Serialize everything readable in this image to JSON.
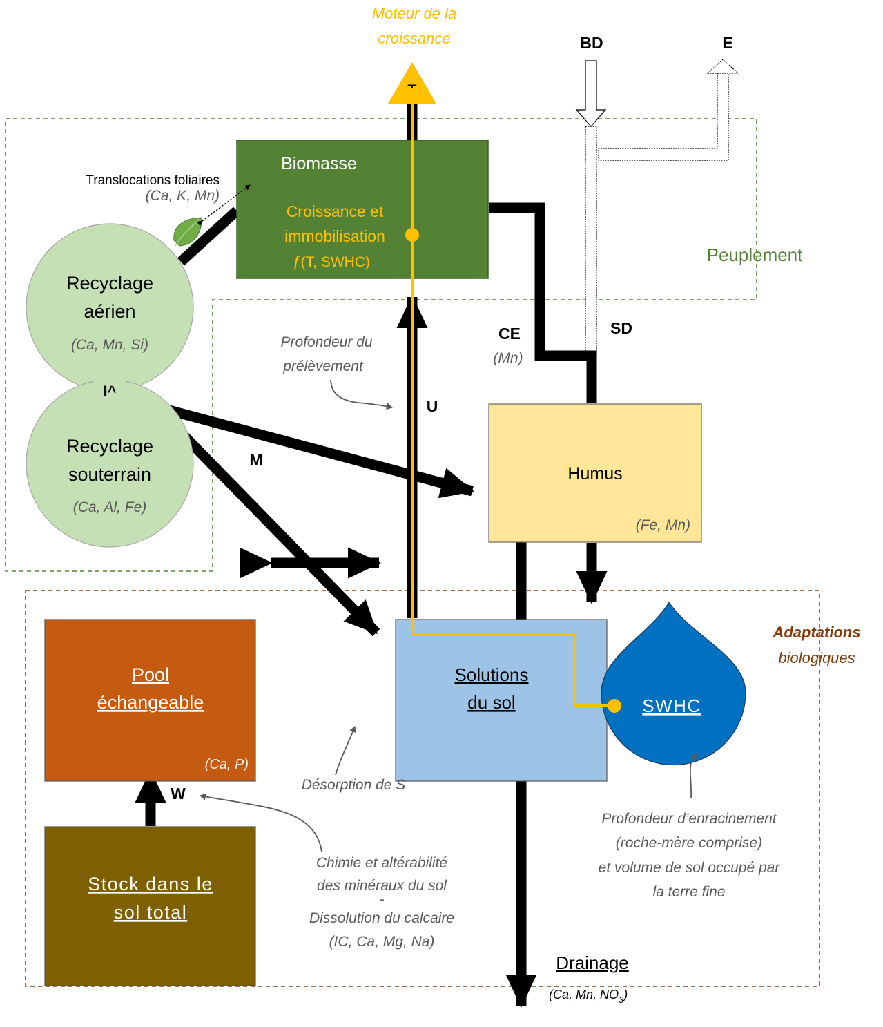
{
  "colors": {
    "biomass": "#4a7c2f",
    "humus": "#ffe699",
    "solutions": "#9dc3e6",
    "pool": "#c55a11",
    "stock": "#7f6000",
    "swhc": "#0070c0",
    "recycling": "#c5e0b4",
    "growth": "#ffc000",
    "stand_border": "#548235",
    "soil_border": "#843c0c",
    "note": "#595959"
  },
  "top": {
    "growth_driver": [
      "Moteur de la",
      "croissance"
    ],
    "t_label": "T",
    "bd": "BD",
    "e": "E"
  },
  "biomass": {
    "title": "Biomasse",
    "sub": [
      "Croissance et",
      "immobilisation",
      "ƒ(T, SWHC)"
    ]
  },
  "foliar": {
    "label": "Translocations foliaires",
    "elements": "(Ca, K, Mn)"
  },
  "stand": {
    "label": "Peuplement"
  },
  "recycling_above": {
    "line1": "Recyclage",
    "line2": "aérien",
    "elements": "(Ca, Mn, Si)"
  },
  "recycling_below": {
    "line1": "Recyclage",
    "line2": "souterrain",
    "elements": "(Ca, Al, Fe)"
  },
  "recycling_sep": "I^",
  "flux": {
    "ce": "CE",
    "ce_elements": "(Mn)",
    "sd": "SD",
    "u": "U",
    "m": "M",
    "w": "W"
  },
  "uptake_depth": [
    "Profondeur du",
    "prélèvement"
  ],
  "humus": {
    "title": "Humus",
    "elements": "(Fe, Mn)"
  },
  "adaptations": {
    "line1": "Adaptations",
    "line2": "biologiques"
  },
  "pool": {
    "line1": "Pool",
    "line2": "échangeable",
    "elements": "(Ca, P)"
  },
  "solutions": {
    "line1": "Solutions",
    "line2": "du sol"
  },
  "swhc": {
    "label": "SWHC"
  },
  "desorption": "Désorption de S",
  "weathering": [
    "Chimie et altérabilité",
    "des minéraux du sol",
    "-",
    "Dissolution du calcaire",
    "(IC, Ca, Mg, Na)"
  ],
  "rooting": [
    "Profondeur d’enracinement",
    "(roche-mère comprise)",
    "et volume de sol occupé par",
    "la terre fine"
  ],
  "stock": {
    "line1": "Stock dans le",
    "line2": "sol total"
  },
  "drainage": {
    "label": "Drainage",
    "elements_pre": "(Ca, Mn, NO",
    "elements_sub": "3",
    "elements_post": ")"
  }
}
